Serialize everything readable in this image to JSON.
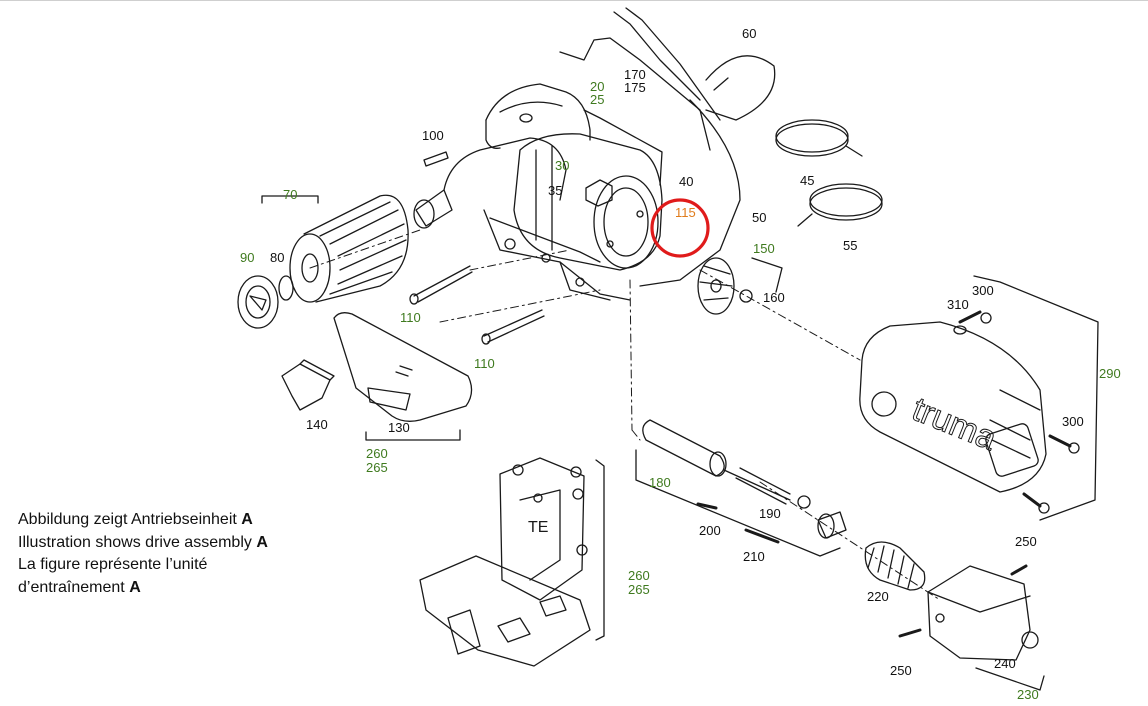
{
  "caption": {
    "lines": [
      {
        "text": "Abbildung zeigt Antriebseinheit ",
        "letter": "A"
      },
      {
        "text": "Illustration shows drive assembly ",
        "letter": "A"
      },
      {
        "text": "La figure représente l’unité",
        "letter": ""
      },
      {
        "text": "d’entraînement ",
        "letter": "A"
      }
    ]
  },
  "brand_text": "truma",
  "motor_text": "TE",
  "highlight_color": "#e01b1b",
  "labels": {
    "l100": "100",
    "l70": "70",
    "l90": "90",
    "l80": "80",
    "l110a": "110",
    "l110b": "110",
    "l140": "140",
    "l130": "130",
    "l260a": "260",
    "l265a": "265",
    "l20": "20",
    "l25": "25",
    "l30": "30",
    "l35": "35",
    "l40": "40",
    "l115": "115",
    "l50": "50",
    "l60": "60",
    "l170": "170",
    "l175": "175",
    "l45": "45",
    "l55": "55",
    "l150": "150",
    "l160": "160",
    "l310": "310",
    "l300a": "300",
    "l290": "290",
    "l300b": "300",
    "l180": "180",
    "l190": "190",
    "l200": "200",
    "l210": "210",
    "l220": "220",
    "l250a": "250",
    "l250b": "250",
    "l240": "240",
    "l230": "230",
    "l260b": "260",
    "l265b": "265"
  }
}
